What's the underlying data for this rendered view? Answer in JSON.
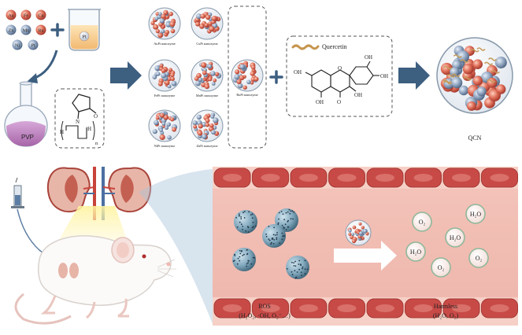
{
  "elements": {
    "row1": [
      "Au",
      "Fe",
      "Cu"
    ],
    "row2": [
      "Zn",
      "Mn",
      "Ru"
    ],
    "row3": [
      "Ni",
      "Pt"
    ]
  },
  "beaker_label": "Pt",
  "pvp_label": "PVP",
  "pvp_structure": {
    "N": "N",
    "O": "O",
    "H_left": "H",
    "H_right": "H",
    "n": "n"
  },
  "nanozymes": [
    "AuPt nanozyme",
    "CuPt nanozyme",
    "FePt nanozyme",
    "MnPt nanozyme",
    "NiPt nanozyme",
    "ZnPt nanozyme"
  ],
  "selected_nanozyme": "RuPt nanozyme",
  "quercetin": {
    "name": "Quercetin",
    "OH": "OH",
    "O": "O"
  },
  "product_label": "QCN",
  "ros": {
    "label": "ROS",
    "formula": "(H₂O₂, ·OH, O₂⁻…)"
  },
  "harmless": {
    "label": "Harmless",
    "formula": "(H₂O, O₂)"
  },
  "molecules": [
    "O₂",
    "H₂O",
    "H₂O",
    "H₂O",
    "O₂",
    "O₂"
  ],
  "colors": {
    "arrow": "#3d5f80",
    "vessel": "#f2c6bd",
    "red_cell": "#c84a47",
    "ros_sphere": "#6f97ad",
    "pvp_liquid": "#c789c4",
    "kidney": "#a8433a"
  }
}
